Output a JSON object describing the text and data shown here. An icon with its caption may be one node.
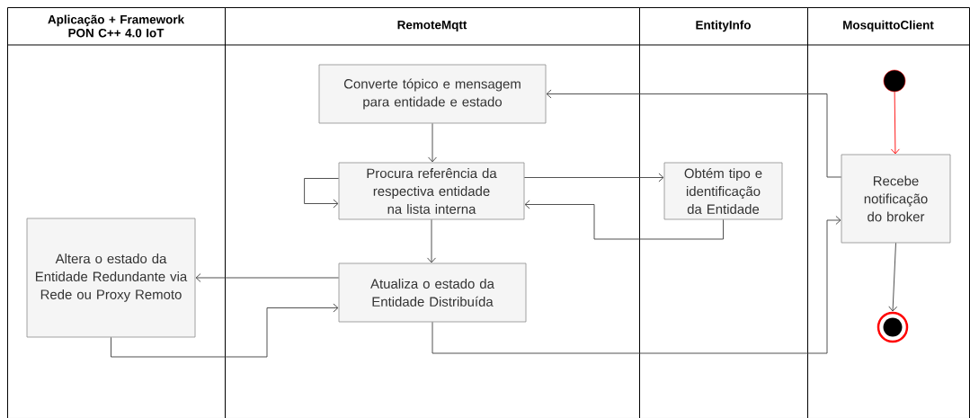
{
  "diagram": {
    "nodes": [
      {
        "text": [
          "Aplicação + Framework PON C++ 4.0 IoT"
        ]
      },
      {
        "text": [
          "RemoteMqtt"
        ]
      },
      {
        "text": [
          "EntityInfo"
        ]
      },
      {
        "text": [
          "MosquittoClient"
        ]
      },
      {
        "text": [],
        "shape": "circle",
        "in": 3
      },
      {
        "text": [
          "Converte tópico e mensagem para entidade e estado"
        ],
        "in": 1
      },
      {
        "text": [
          "Procura referência da respectiva entidade na lista interna"
        ],
        "in": 1
      },
      {
        "text": [
          "Obtém tipo e identificação da Entidade"
        ],
        "in": 2
      },
      {
        "text": [
          "Recebe notificação do broker"
        ],
        "in": 3
      },
      {
        "text": [
          "Altera o estado da Entidade Redundante via Rede ou Proxy Remoto"
        ],
        "in": 0
      },
      {
        "text": [
          "Atualiza o estado da Entidade Distribuída"
        ],
        "in": 1
      },
      {
        "text": [],
        "shape": "circle",
        "in": 3
      }
    ],
    "edges": [
      {
        "from": 4,
        "to": 8,
        "arrow": "to",
        "color": "#ff0000"
      },
      {
        "from": 8,
        "to": 5,
        "arrow": "to"
      },
      {
        "from": 5,
        "to": 6,
        "arrow": "to"
      },
      {
        "from": 6,
        "to": 6,
        "arrow": "to"
      },
      {
        "from": 6,
        "to": 7,
        "arrow": "to"
      },
      {
        "from": 7,
        "to": 6,
        "arrow": "to"
      },
      {
        "from": 6,
        "to": 10,
        "arrow": "to"
      },
      {
        "from": 10,
        "to": 9,
        "arrow": "to"
      },
      {
        "from": 9,
        "to": 10,
        "arrow": "to"
      },
      {
        "from": 10,
        "to": 8,
        "arrow": "to"
      },
      {
        "from": 8,
        "to": 11,
        "arrow": "to"
      }
    ]
  }
}
